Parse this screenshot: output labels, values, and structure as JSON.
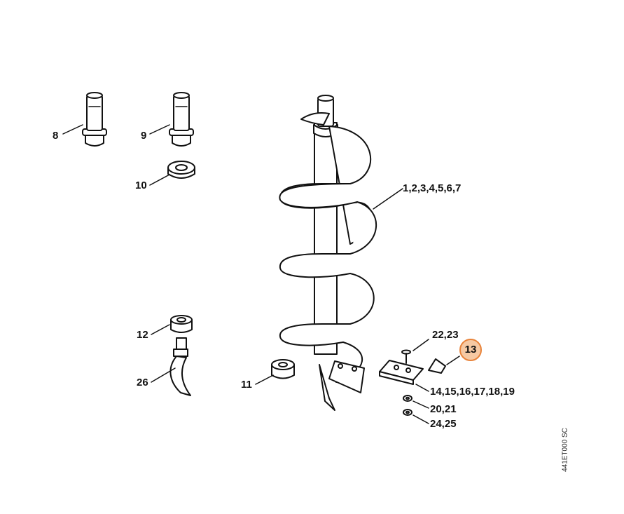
{
  "diagram": {
    "drawing_code": "441ET000 SC",
    "highlight_color": "#e8833a",
    "highlight_fill": "#f6c9a3",
    "callouts": {
      "c8": "8",
      "c9": "9",
      "c10": "10",
      "c1": "1,2,3,4,5,6,7",
      "c12": "12",
      "c26": "26",
      "c11": "11",
      "c22": "22,23",
      "c13": "13",
      "c14": "14,15,16,17,18,19",
      "c20": "20,21",
      "c24": "24,25"
    }
  }
}
